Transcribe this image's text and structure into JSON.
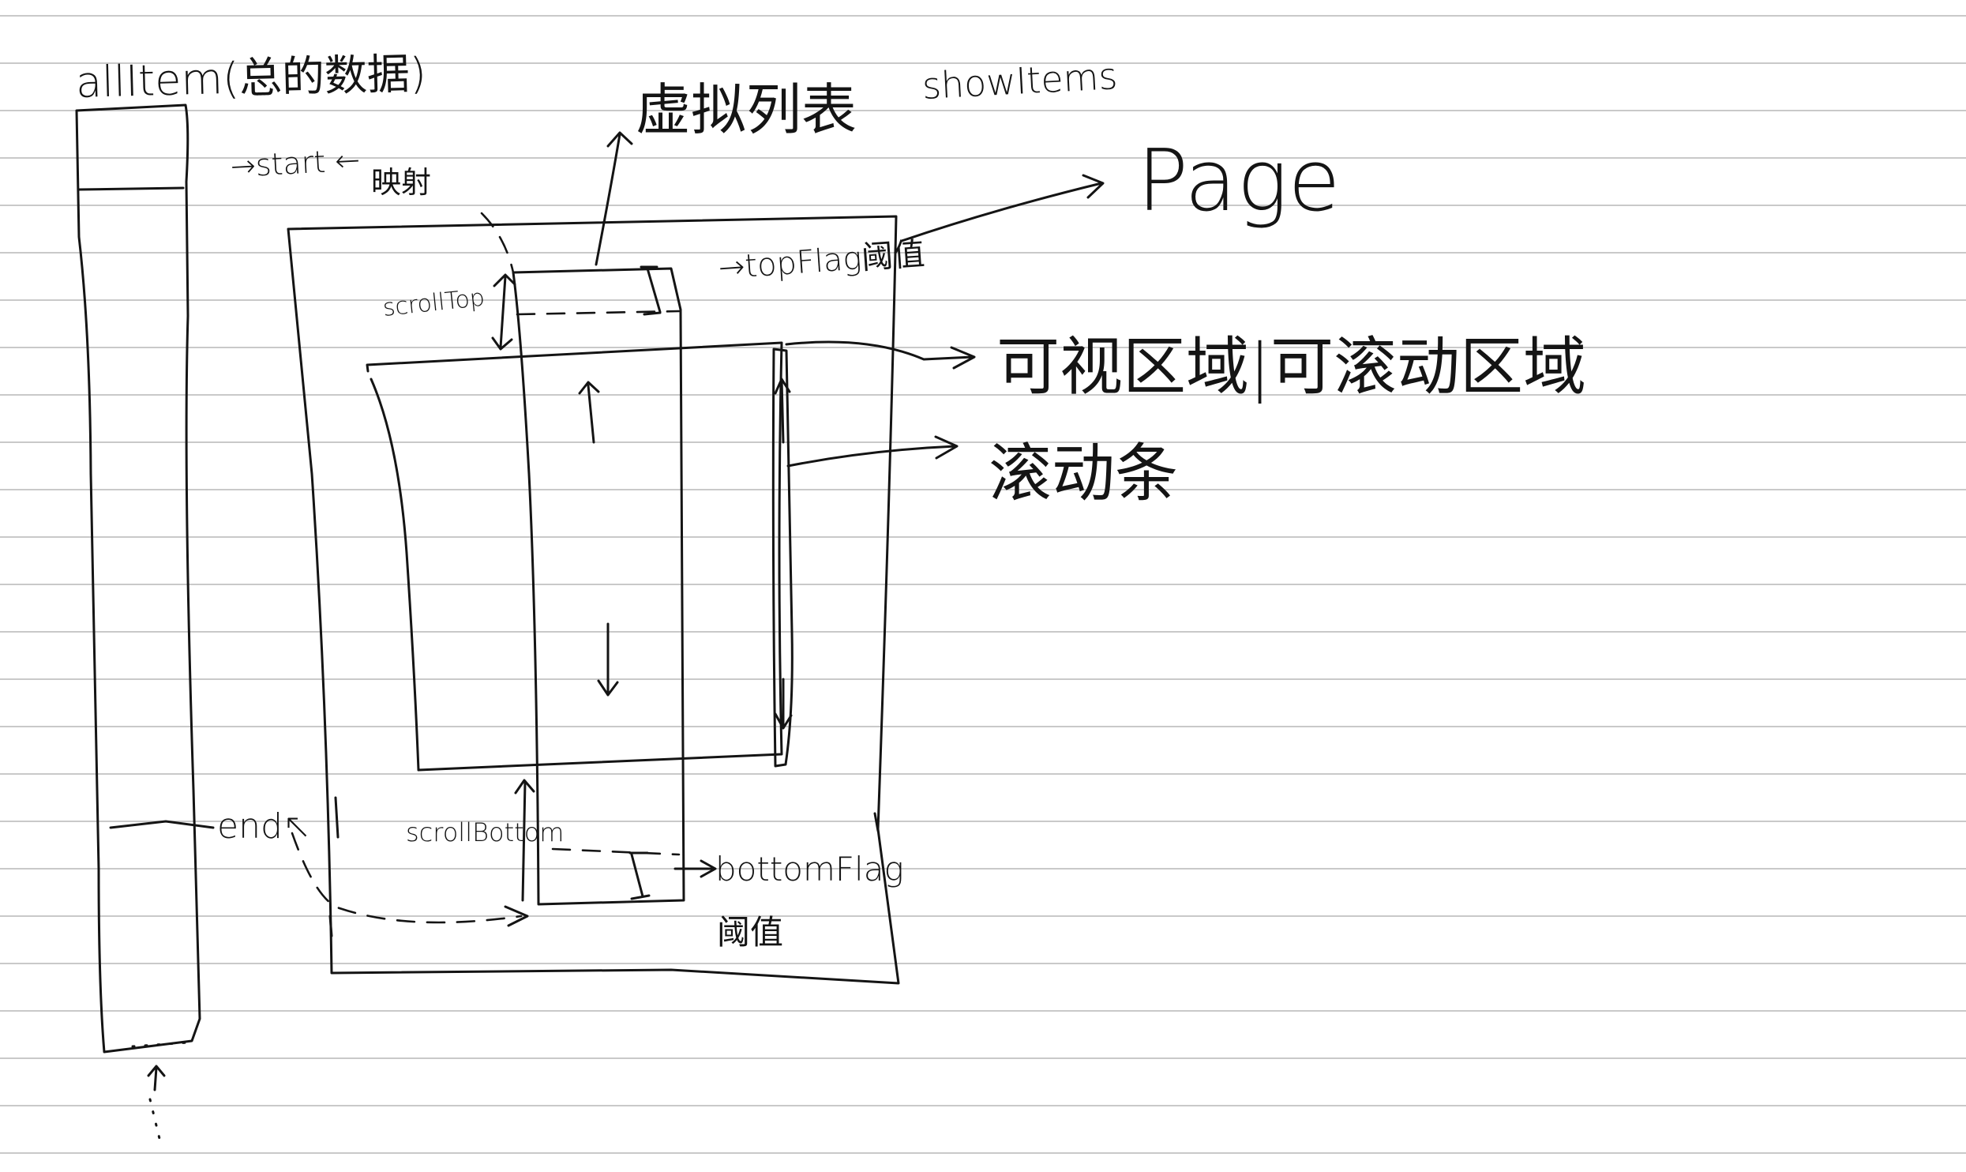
{
  "labels": {
    "all_items": "allItem(总的数据)",
    "start_index": "→start ←",
    "map": "映射",
    "virtual_list": "虚拟列表",
    "show_items": "showItems",
    "page": "Page",
    "top_flag": "→topFlag阈值",
    "scroll_top": "scrollTop",
    "viewport": "可视区域|可滚动区域",
    "scrollbar": "滚动条",
    "end_index": "end↖",
    "scroll_bottom": "scrollBottom",
    "bottom_flag": "bottomFlag",
    "bottom_threshold": "阈值"
  },
  "colors": {
    "ink": "#141414",
    "paper": "#ffffff",
    "rule_line": "#c9c9c9"
  }
}
